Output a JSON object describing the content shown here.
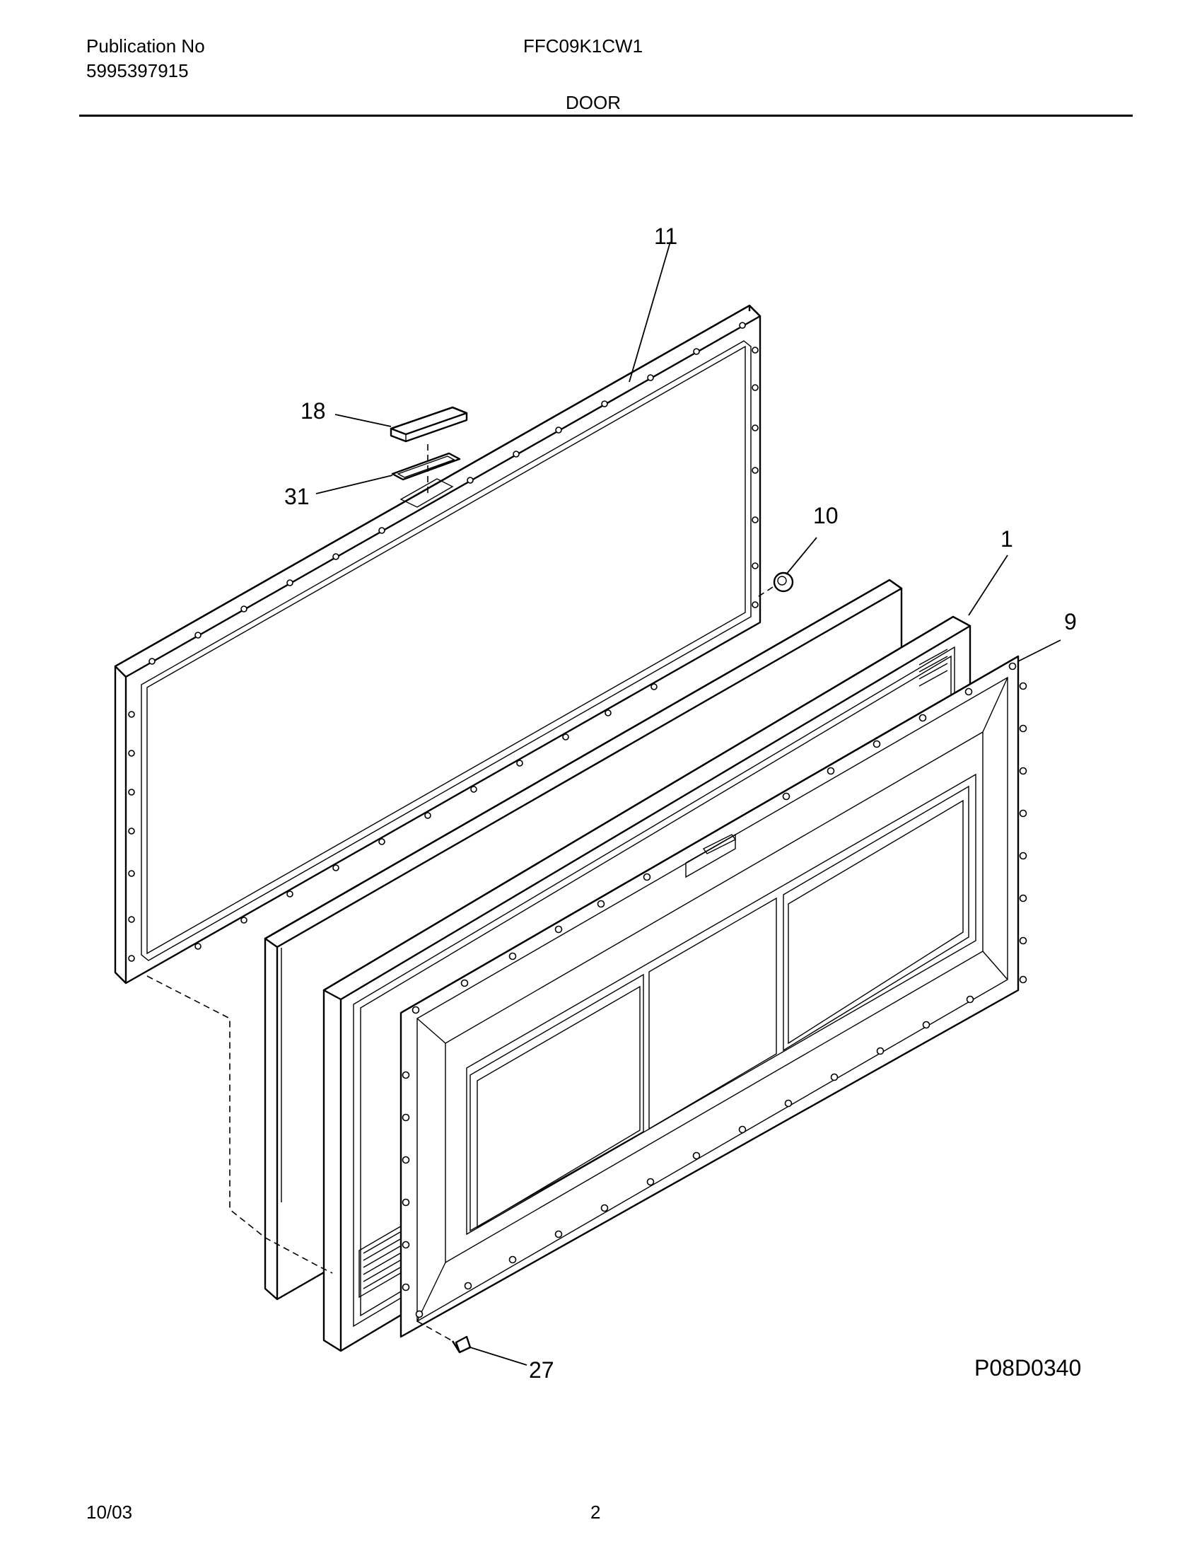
{
  "header": {
    "publication_label": "Publication No",
    "publication_number": "5995397915",
    "model": "FFC09K1CW1",
    "section": "DOOR"
  },
  "diagram": {
    "callouts": {
      "c11": "11",
      "c18": "18",
      "c31": "31",
      "c10": "10",
      "c1": "1",
      "c9": "9",
      "c27": "27"
    },
    "figure_code": "P08D0340"
  },
  "footer": {
    "date": "10/03",
    "page": "2"
  }
}
